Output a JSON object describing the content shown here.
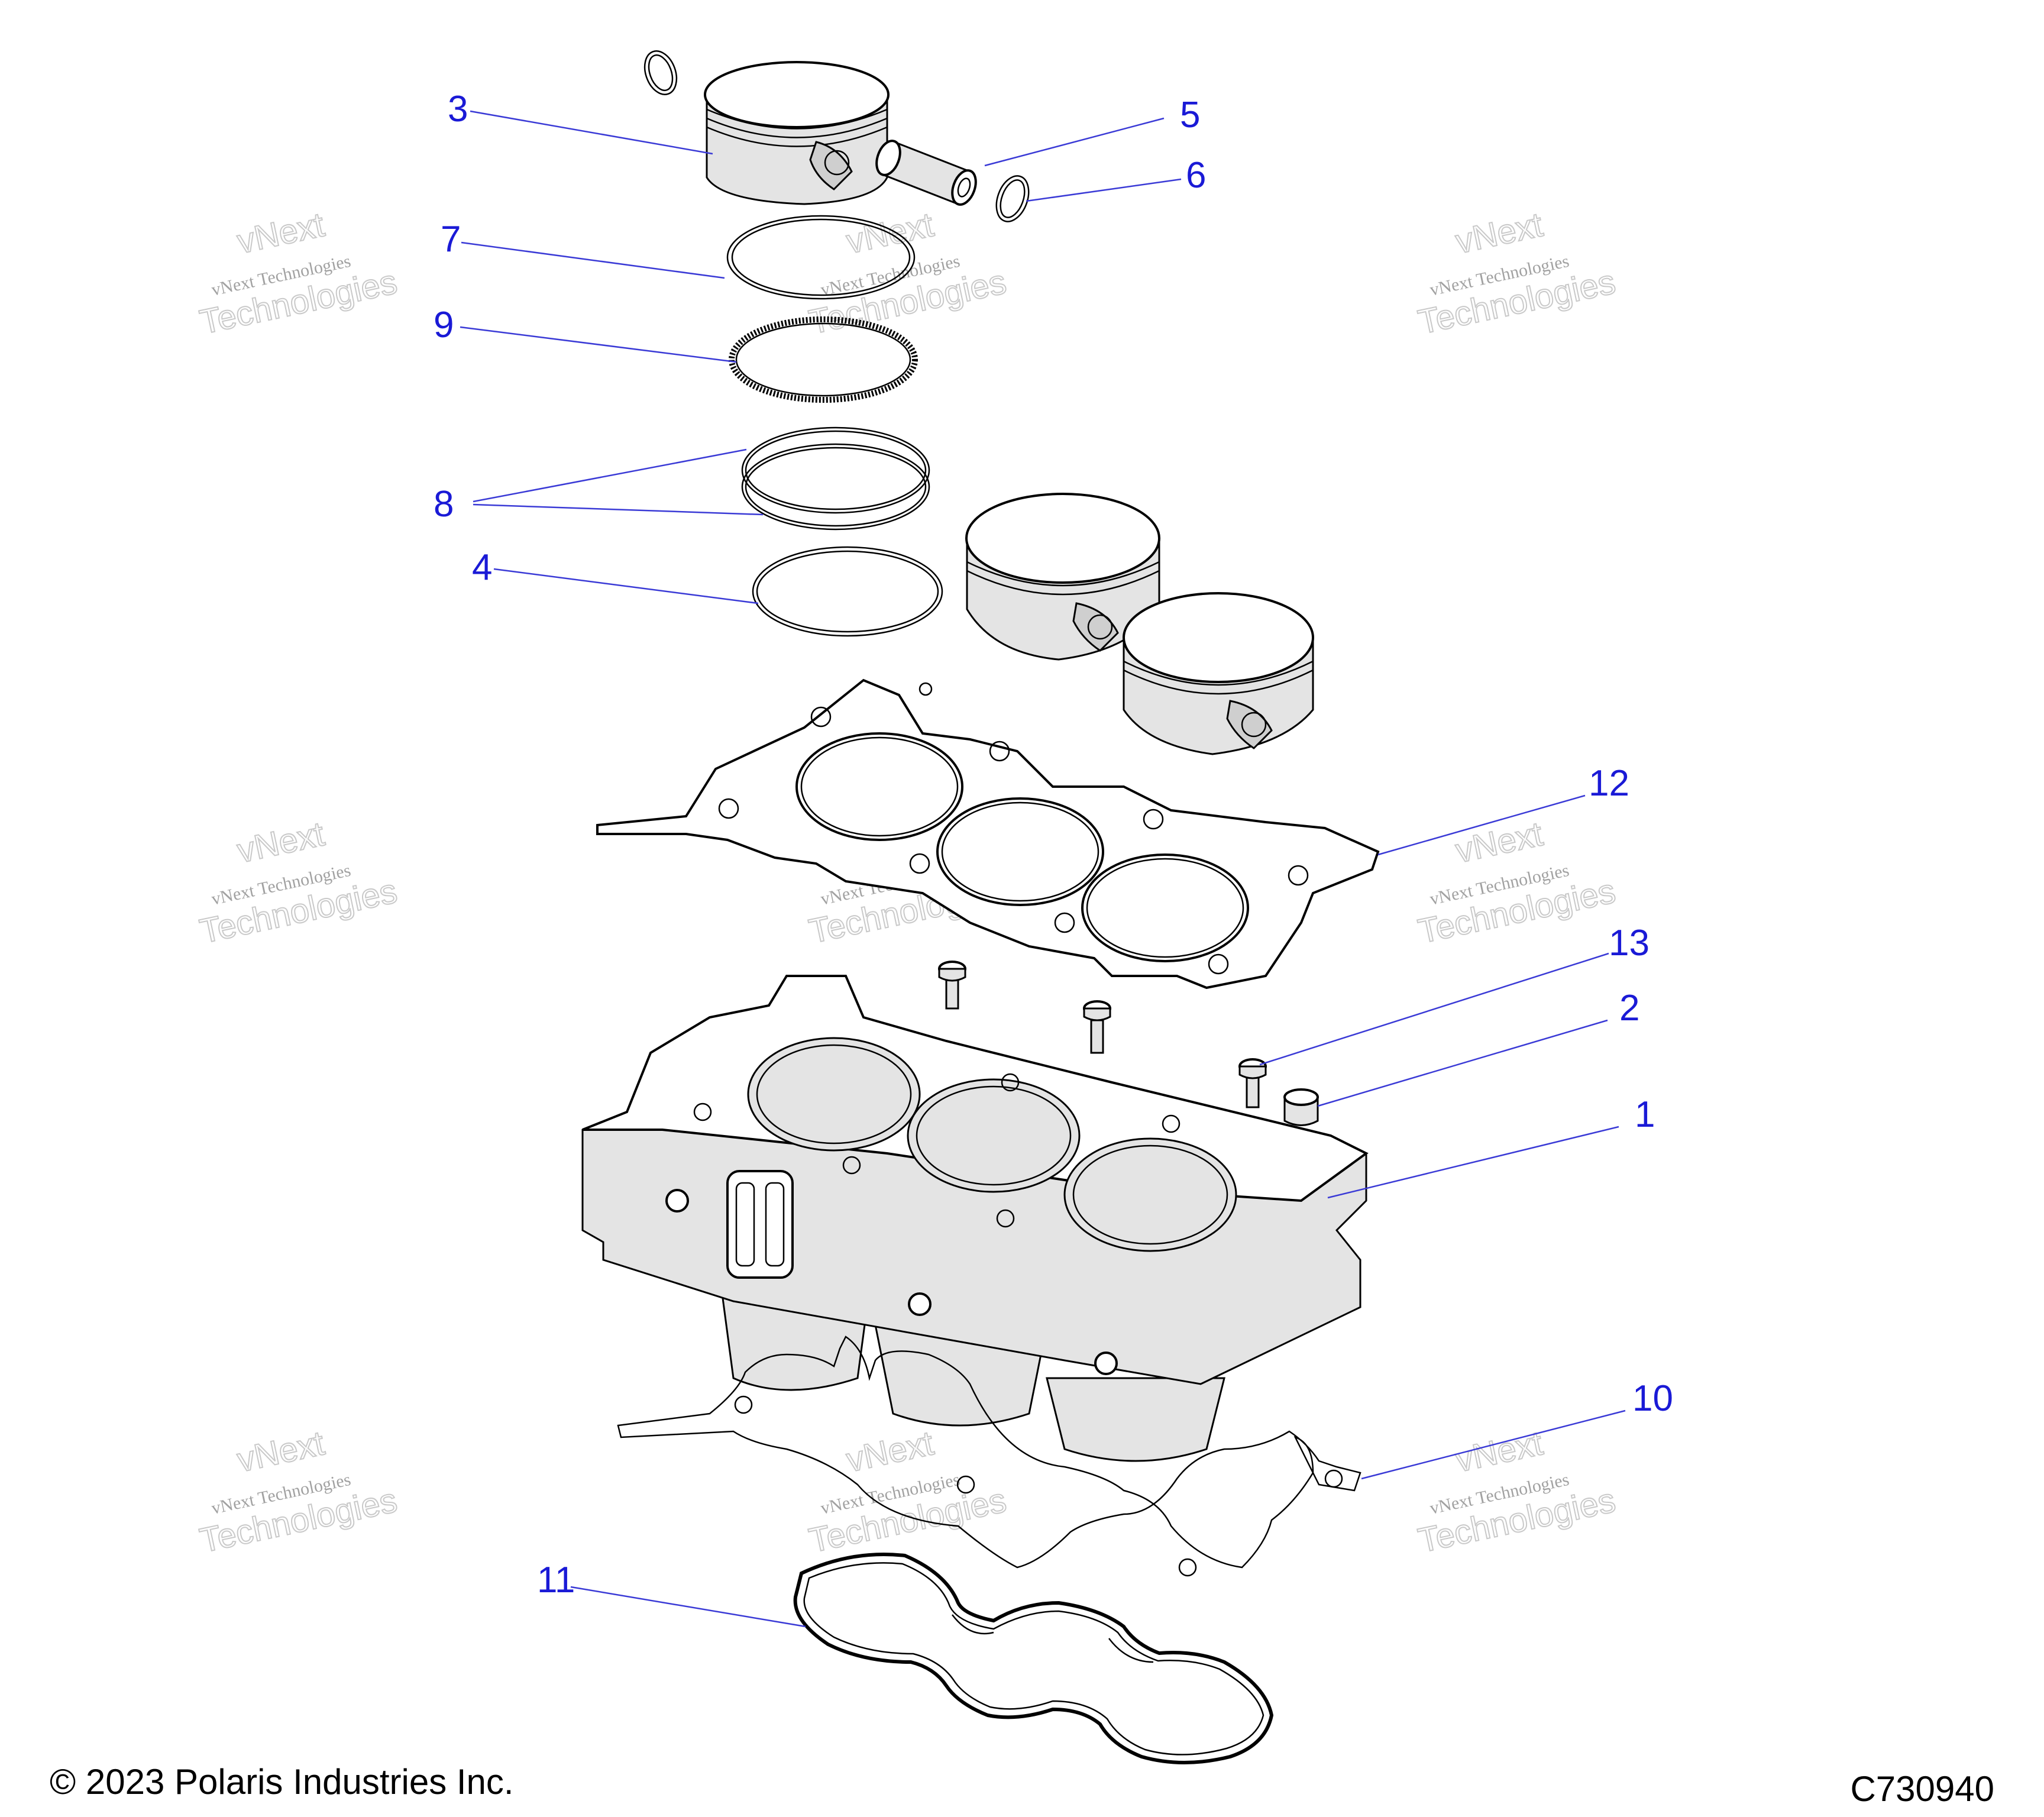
{
  "callouts": [
    "1",
    "2",
    "3",
    "4",
    "5",
    "6",
    "7",
    "8",
    "9",
    "10",
    "11",
    "12",
    "13"
  ],
  "watermark": {
    "line1": "vNext",
    "line2": "vNext Technologies",
    "line3": "Technologies"
  },
  "footer": {
    "copyright": "© 2023 Polaris Industries Inc.",
    "figure_id": "C730940"
  }
}
